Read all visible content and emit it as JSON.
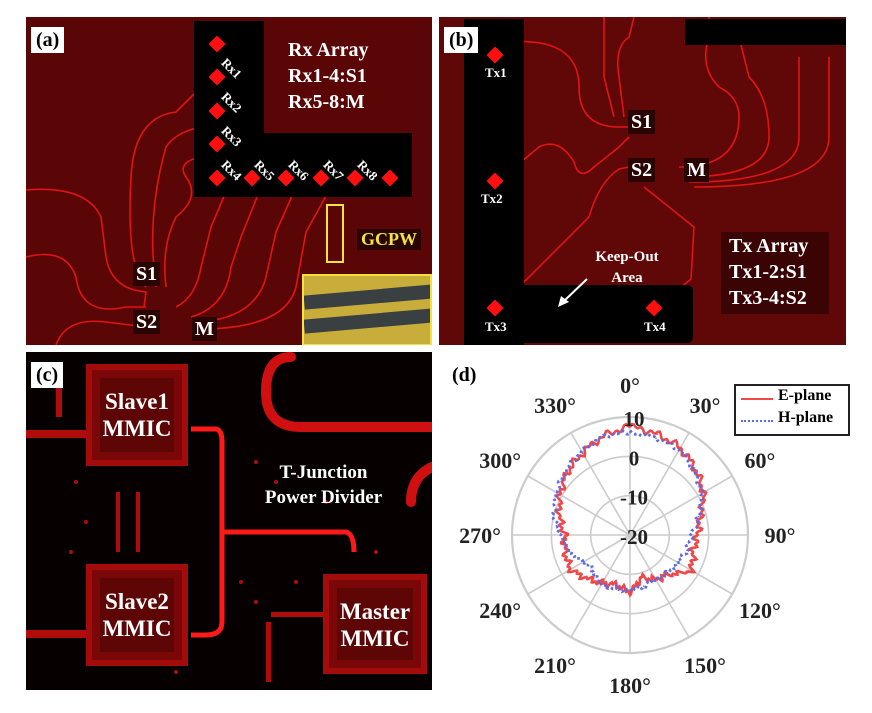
{
  "panels": {
    "a": {
      "label": "(a)",
      "array_title": "Rx Array",
      "array_line1": "Rx1-4:S1",
      "array_line2": "Rx5-8:M",
      "rx_labels": [
        "Rx1",
        "Rx2",
        "Rx3",
        "Rx4",
        "Rx5",
        "Rx6",
        "Rx7",
        "Rx8"
      ],
      "chip_s1": "S1",
      "chip_s2": "S2",
      "chip_m": "M",
      "gcpw_label": "GCPW"
    },
    "b": {
      "label": "(b)",
      "tx_labels": [
        "Tx1",
        "Tx2",
        "Tx3",
        "Tx4"
      ],
      "chip_s1": "S1",
      "chip_s2": "S2",
      "chip_m": "M",
      "keepout_line1": "Keep-Out",
      "keepout_line2": "Area",
      "array_title": "Tx Array",
      "array_line1": "Tx1-2:S1",
      "array_line2": "Tx3-4:S2"
    },
    "c": {
      "label": "(c)",
      "slave1_line1": "Slave1",
      "slave1_line2": "MMIC",
      "slave2_line1": "Slave2",
      "slave2_line2": "MMIC",
      "master_line1": "Master",
      "master_line2": "MMIC",
      "divider_line1": "T-Junction",
      "divider_line2": "Power Divider"
    },
    "d": {
      "label": "(d)"
    }
  },
  "colors": {
    "e_plane": "#f04848",
    "h_plane": "#5a6ae8",
    "grid": "#cccccc",
    "trace": "#ff1a1a"
  },
  "chart_data": {
    "type": "polar",
    "title": "",
    "angle_ticks": [
      "0°",
      "30°",
      "60°",
      "90°",
      "120°",
      "150°",
      "180°",
      "210°",
      "240°",
      "270°",
      "300°",
      "330°"
    ],
    "radial_ticks": [
      10,
      0,
      -10,
      -20
    ],
    "rlim": [
      -20,
      10
    ],
    "angle_direction": "clockwise",
    "zero_location": "top",
    "grid": true,
    "legend": {
      "placement": "top-right",
      "entries": [
        "E-plane",
        "H-plane"
      ]
    },
    "theta_deg": [
      0,
      15,
      30,
      45,
      60,
      75,
      90,
      105,
      120,
      135,
      150,
      165,
      180,
      195,
      210,
      225,
      240,
      255,
      270,
      285,
      300,
      315,
      330,
      345
    ],
    "series": [
      {
        "name": "E-plane",
        "style": "solid",
        "values": [
          7.5,
          6.5,
          5.5,
          3.5,
          1.5,
          -1.5,
          -3,
          -3.5,
          -2,
          -6,
          -7,
          -9,
          -5.5,
          -7,
          -6,
          -4.5,
          -2.5,
          -3,
          -3.5,
          -1.5,
          0.5,
          2.5,
          4,
          6
        ]
      },
      {
        "name": "H-plane",
        "style": "dotted",
        "values": [
          6,
          5.5,
          5,
          3,
          1,
          -2,
          -4.5,
          -5,
          -6,
          -6.5,
          -7,
          -6.5,
          -6,
          -6,
          -5.5,
          -7,
          -6.5,
          -4,
          -2.5,
          0,
          1.5,
          3,
          4.5,
          6
        ]
      }
    ]
  }
}
